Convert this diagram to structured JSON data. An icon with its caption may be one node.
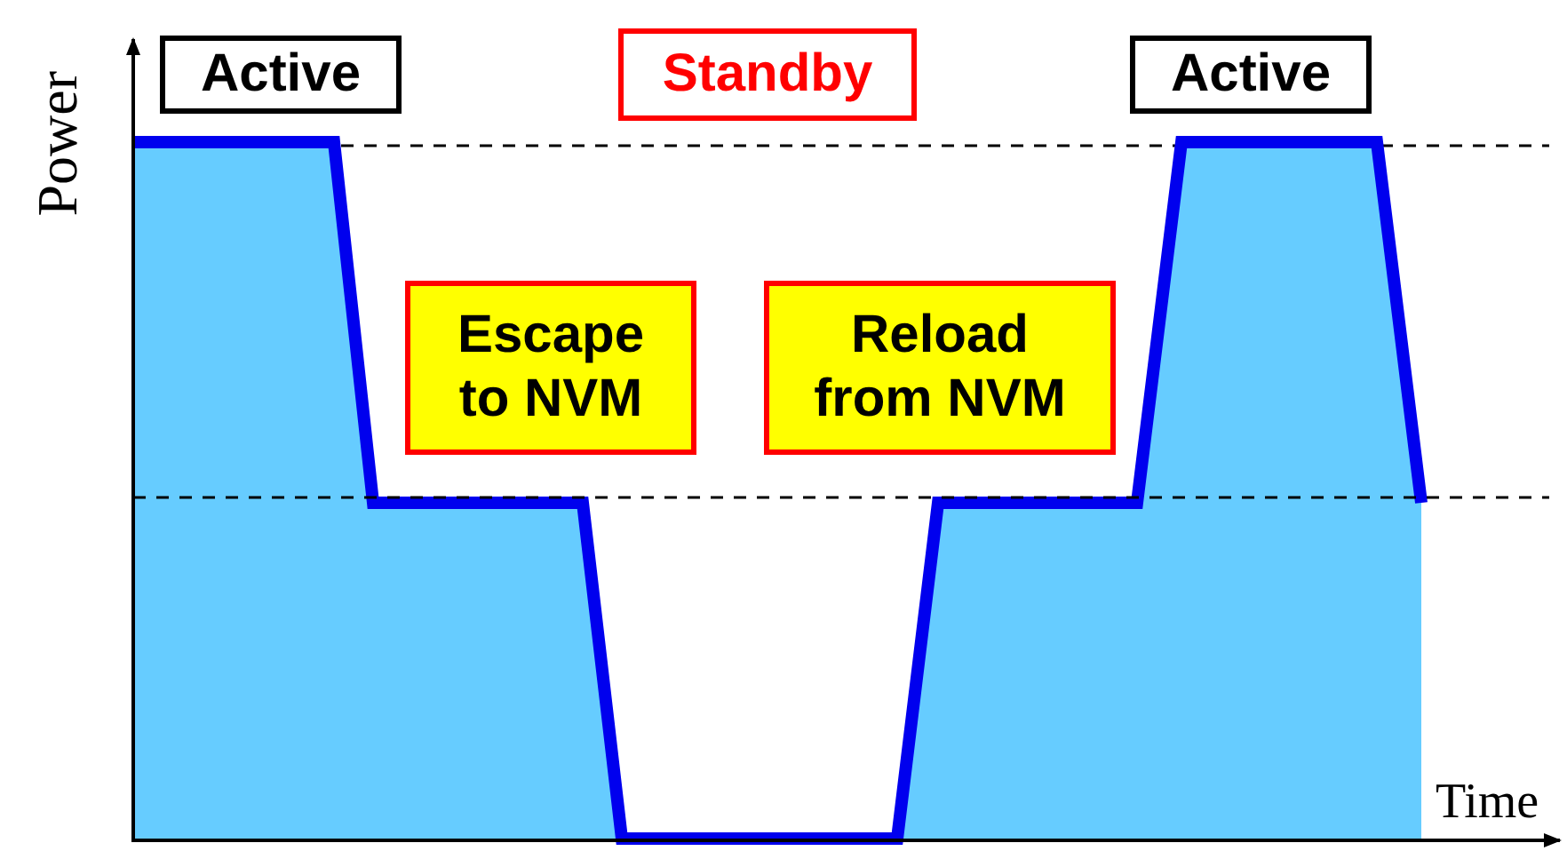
{
  "diagram": {
    "nodes": [
      {
        "text": [
          "Active"
        ]
      },
      {
        "text": [
          "Standby"
        ]
      },
      {
        "text": [
          "Active"
        ]
      },
      {
        "text": [
          "Escape to NVM"
        ]
      },
      {
        "text": [
          "Reload from NVM"
        ]
      }
    ],
    "labels": [
      "Power",
      "Time"
    ]
  }
}
